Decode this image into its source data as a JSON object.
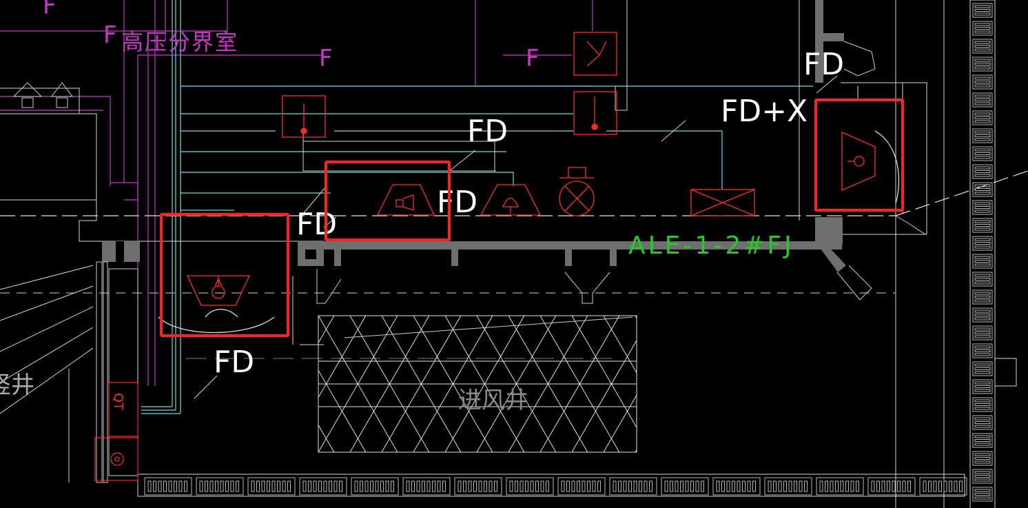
{
  "drawing": {
    "room_label": "高压分界室",
    "shaft_label": "进风井",
    "shaft_label_left": "竖井",
    "circuit_label": "ALE-1-2#FJ",
    "qt_label": "QT",
    "line_tag_f": "F",
    "tags": {
      "fd_top_right": "FD",
      "fd_center": "FD",
      "fd_x": "FD+X",
      "fd_middle": "FD",
      "fd_left": "FD",
      "fd_bottom": "FD"
    }
  },
  "colors": {
    "background": "#000000",
    "magenta_wire": "#cc33cc",
    "cyan_wire": "#66e0e0",
    "device_red": "#ff2a2a",
    "highlight_red": "#ff2020",
    "wall_gray": "#6e6e6e",
    "circuit_green": "#22cc22",
    "line_white": "#e6e6e6"
  },
  "icons": {
    "speaker_upper": "speaker-icon",
    "speaker_lower": "speaker-icon",
    "speaker_right": "speaker-icon",
    "horn": "horn-icon",
    "bell": "bell-icon",
    "lamp": "lamp-icon",
    "fire_switch_box": "switch-box-icon",
    "module_box": "module-box-icon",
    "fan_box": "fan-box-icon"
  }
}
